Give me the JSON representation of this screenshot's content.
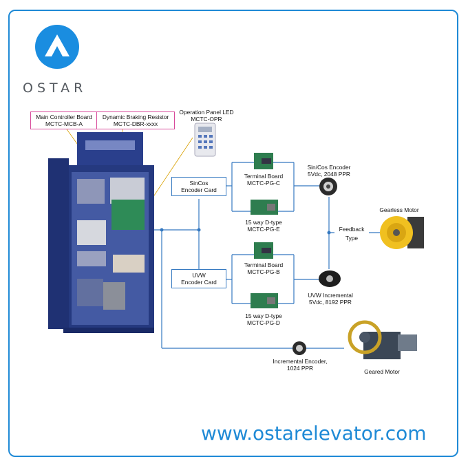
{
  "brand": {
    "name": "OSTAR",
    "url": "www.ostarelevator.com"
  },
  "colors": {
    "accent": "#1f8ad6",
    "cabinet": "#2a3f8c",
    "line": "#3478c0",
    "callout": "#d84a9b"
  },
  "callouts": {
    "main_board": [
      "Main Controller Board",
      "MCTC-MCB-A"
    ],
    "braking": [
      "Dynamic Braking Resistor",
      "MCTC-DBR-xxxx"
    ],
    "panel": [
      "Operation Panel LED",
      "MCTC-OPR"
    ]
  },
  "cards": {
    "sincos": [
      "SinCos",
      "Encoder Card"
    ],
    "uvw": [
      "UVW",
      "Encoder Card"
    ]
  },
  "boards": {
    "pg_c": [
      "Terminal Board",
      "MCTC-PG-C"
    ],
    "pg_e": [
      "15 way D-type",
      "MCTC-PG-E"
    ],
    "pg_b": [
      "Terminal Board",
      "MCTC-PG-B"
    ],
    "pg_d": [
      "15 way D-type",
      "MCTC-PG-D"
    ]
  },
  "encoders": {
    "sincos": [
      "Sin/Cos Encoder",
      "5Vdc, 2048 PPR"
    ],
    "uvw": [
      "UVW Incremental",
      "5Vdc, 8192 PPR"
    ],
    "incremental": [
      "Incremental Encoder,",
      "1024 PPR"
    ]
  },
  "feedback": [
    "Feedback",
    "Type"
  ],
  "motors": {
    "gearless": "Gearless Motor",
    "geared": "Geared Motor"
  }
}
